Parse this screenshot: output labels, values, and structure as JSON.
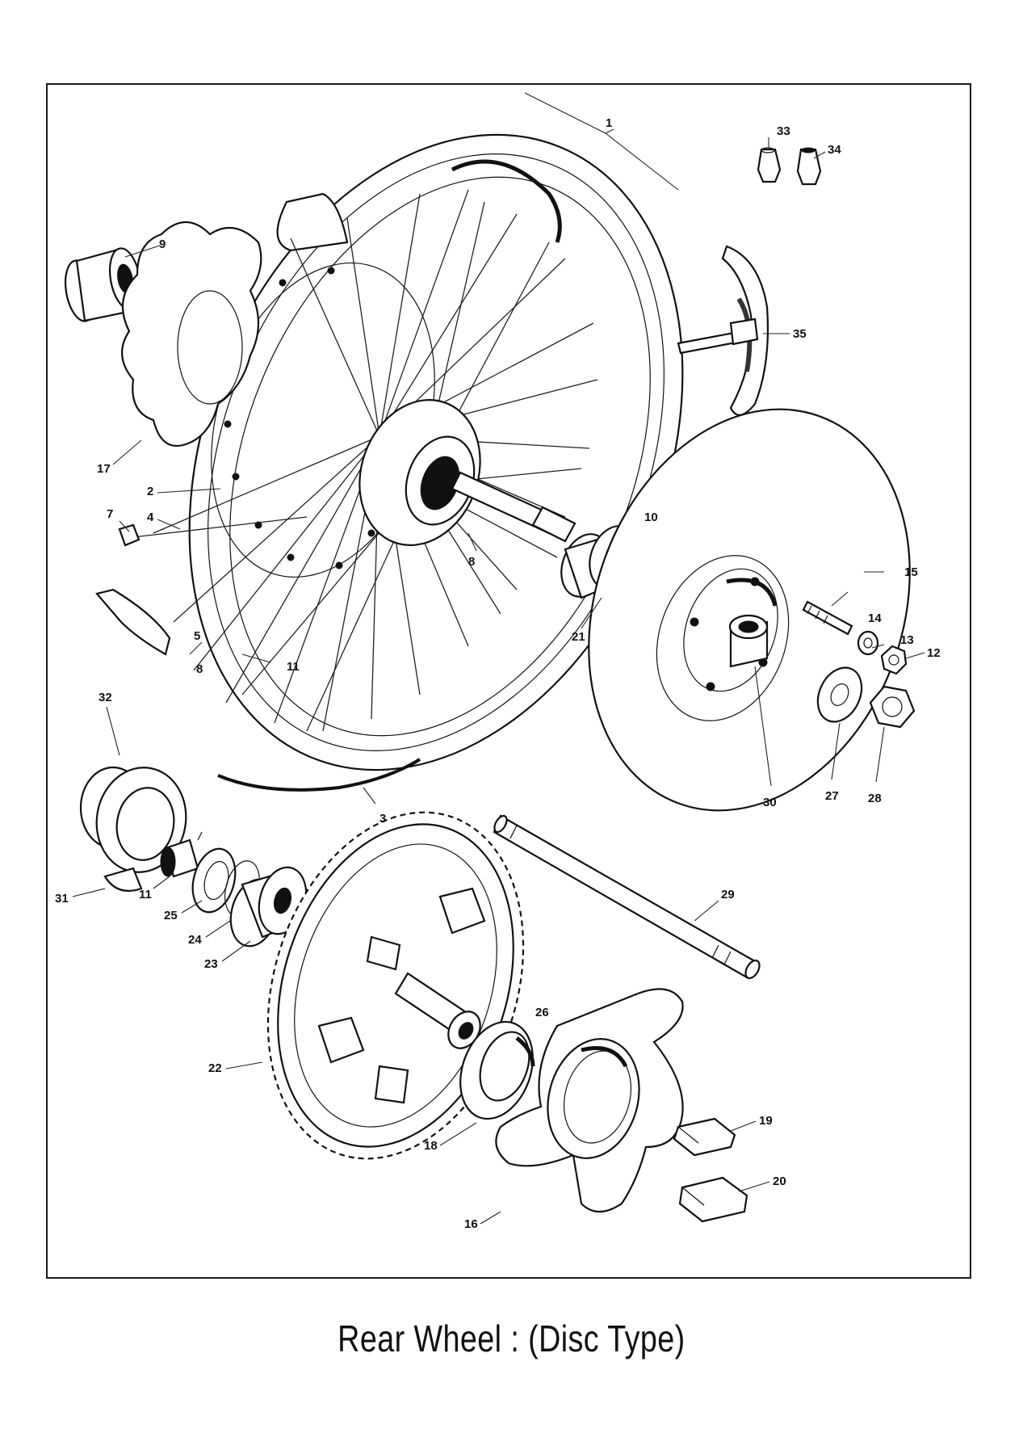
{
  "caption": "Rear Wheel : (Disc Type)",
  "callouts": [
    {
      "id": "1",
      "text": "1"
    },
    {
      "id": "2",
      "text": "2"
    },
    {
      "id": "3",
      "text": "3"
    },
    {
      "id": "4",
      "text": "4"
    },
    {
      "id": "5",
      "text": "5"
    },
    {
      "id": "7",
      "text": "7"
    },
    {
      "id": "8a",
      "text": "8"
    },
    {
      "id": "8b",
      "text": "8"
    },
    {
      "id": "9",
      "text": "9"
    },
    {
      "id": "10",
      "text": "10"
    },
    {
      "id": "11a",
      "text": "11"
    },
    {
      "id": "11b",
      "text": "11"
    },
    {
      "id": "12",
      "text": "12"
    },
    {
      "id": "13",
      "text": "13"
    },
    {
      "id": "14",
      "text": "14"
    },
    {
      "id": "15",
      "text": "15"
    },
    {
      "id": "16",
      "text": "16"
    },
    {
      "id": "17",
      "text": "17"
    },
    {
      "id": "18",
      "text": "18"
    },
    {
      "id": "19",
      "text": "19"
    },
    {
      "id": "20",
      "text": "20"
    },
    {
      "id": "21",
      "text": "21"
    },
    {
      "id": "22",
      "text": "22"
    },
    {
      "id": "23",
      "text": "23"
    },
    {
      "id": "24",
      "text": "24"
    },
    {
      "id": "25",
      "text": "25"
    },
    {
      "id": "26",
      "text": "26"
    },
    {
      "id": "27",
      "text": "27"
    },
    {
      "id": "28",
      "text": "28"
    },
    {
      "id": "29",
      "text": "29"
    },
    {
      "id": "30",
      "text": "30"
    },
    {
      "id": "31",
      "text": "31"
    },
    {
      "id": "32",
      "text": "32"
    },
    {
      "id": "33",
      "text": "33"
    },
    {
      "id": "34",
      "text": "34"
    },
    {
      "id": "35",
      "text": "35"
    }
  ]
}
